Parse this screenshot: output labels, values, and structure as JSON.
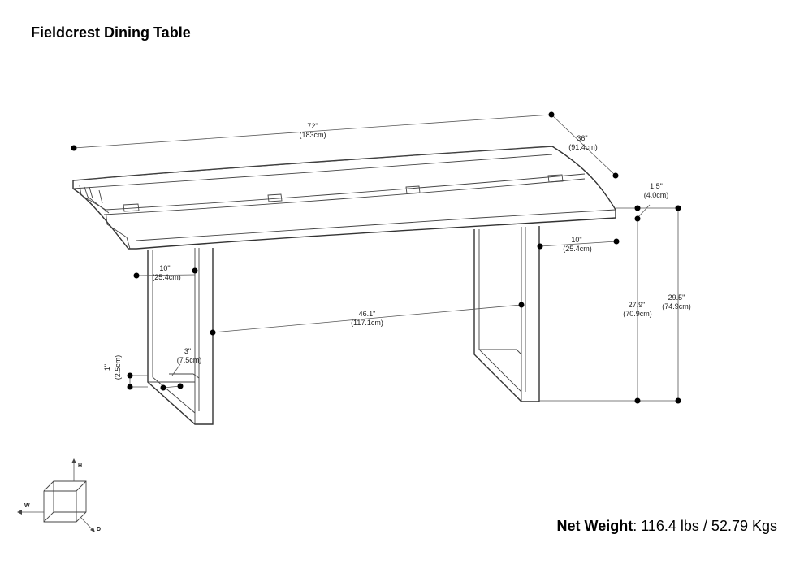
{
  "title": "Fieldcrest Dining Table",
  "weight": {
    "label": "Net Weight",
    "value": ": 116.4 lbs / 52.79 Kgs"
  },
  "dimensions": {
    "length": {
      "in": "72\"",
      "cm": "(183cm)"
    },
    "depth": {
      "in": "36\"",
      "cm": "(91.4cm)"
    },
    "top_thickness": {
      "in": "1.5\"",
      "cm": "(4.0cm)"
    },
    "overhang_right": {
      "in": "10\"",
      "cm": "(25.4cm)"
    },
    "overhang_left": {
      "in": "10\"",
      "cm": "(25.4cm)"
    },
    "between_legs": {
      "in": "46.1\"",
      "cm": "(117.1cm)"
    },
    "leg_height": {
      "in": "27.9\"",
      "cm": "(70.9cm)"
    },
    "total_height": {
      "in": "29.5\"",
      "cm": "(74.9cm)"
    },
    "leg_width": {
      "in": "3\"",
      "cm": "(7.5cm)"
    },
    "foot_thickness": {
      "in": "1\"",
      "cm": "(2.5cm)"
    }
  },
  "axes": {
    "h": "H",
    "w": "W",
    "d": "D"
  }
}
